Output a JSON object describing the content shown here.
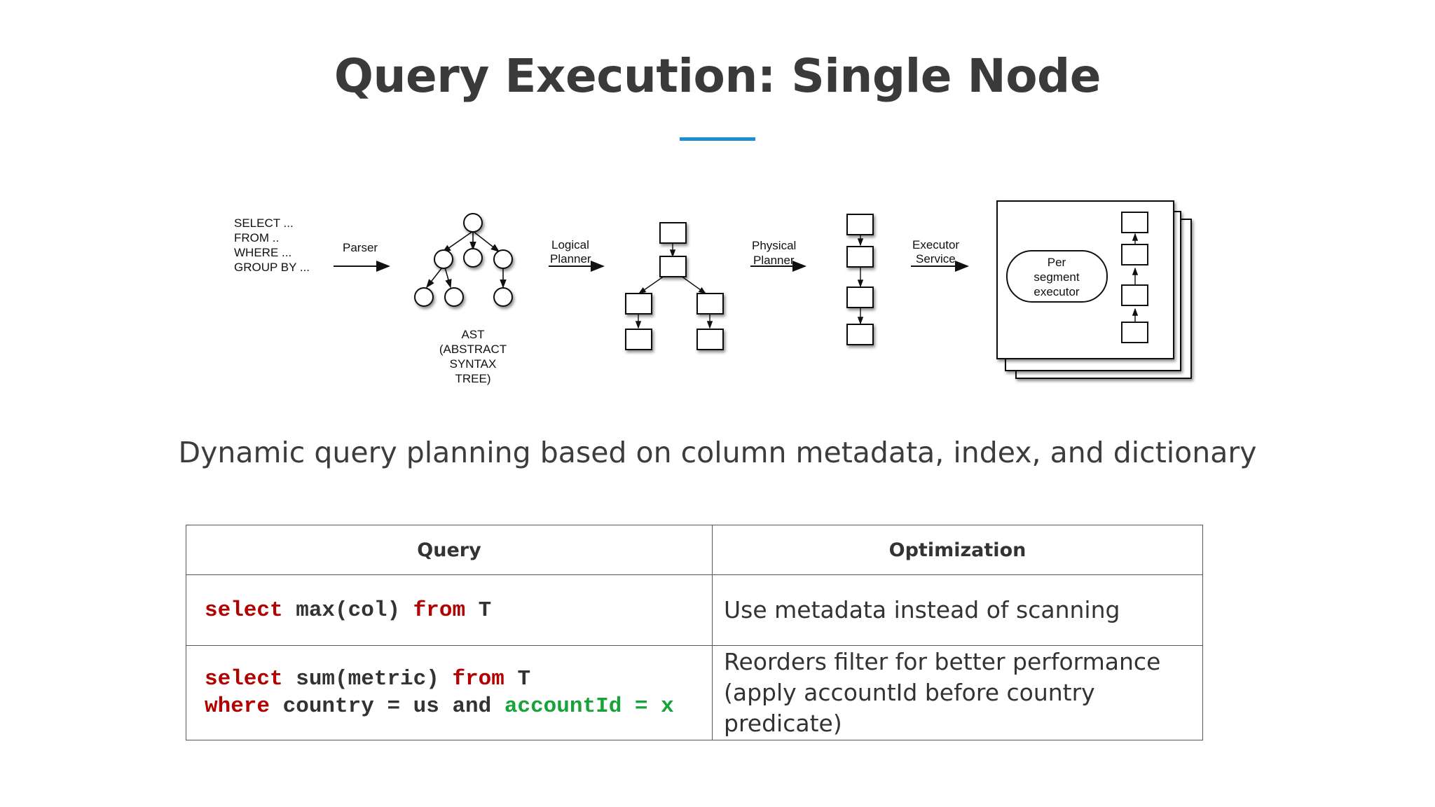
{
  "title": "Query Execution: Single Node",
  "diagram": {
    "sql_lines": [
      "SELECT ...",
      "FROM ..",
      "WHERE ...",
      "GROUP BY ..."
    ],
    "parser_label": "Parser",
    "ast_label_lines": [
      "AST",
      "(ABSTRACT",
      "SYNTAX",
      "TREE)"
    ],
    "logical_planner_lines": [
      "Logical",
      "Planner"
    ],
    "physical_planner_lines": [
      "Physical",
      "Planner"
    ],
    "executor_service_lines": [
      "Executor",
      "Service"
    ],
    "per_segment_lines": [
      "Per",
      "segment",
      "executor"
    ]
  },
  "subtitle": "Dynamic query planning based on column metadata, index, and dictionary",
  "table": {
    "headers": {
      "query": "Query",
      "optimization": "Optimization"
    },
    "row1": {
      "q_select": "select",
      "q_middle": " max(col) ",
      "q_from": "from",
      "q_end": " T",
      "optimization": "Use metadata instead of scanning"
    },
    "row2": {
      "l1_select": "select",
      "l1_middle": " sum(metric) ",
      "l1_from": "from",
      "l1_end": " T",
      "l2_where": "where",
      "l2_middle": " country = us and ",
      "l2_green": "accountId = x",
      "opt_line1": "Reorders filter for better performance",
      "opt_line2": "(apply accountId before country predicate)"
    }
  },
  "colors": {
    "accent": "#1a8fd1",
    "keyword": "#b00000",
    "highlight": "#17a33a"
  }
}
